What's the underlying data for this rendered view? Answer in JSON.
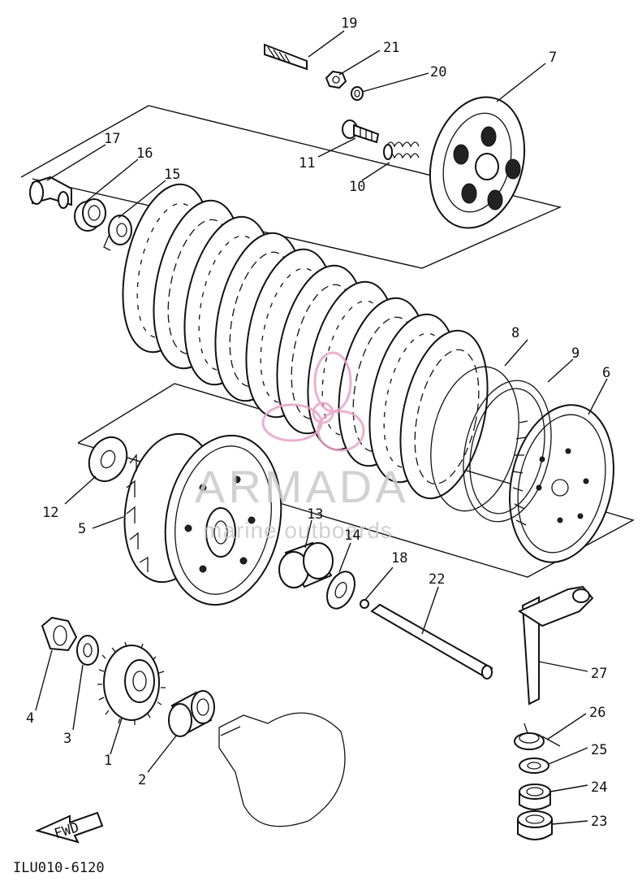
{
  "diagram": {
    "code": "ILU010-6120",
    "fwd_label": "FWD",
    "watermark": {
      "brand": "ARMADA",
      "tagline": "marine outboards",
      "logo_color": "#e8a3c6",
      "text_color": "#c9c9c9"
    },
    "callouts": [
      {
        "id": "c1",
        "text": "1"
      },
      {
        "id": "c2",
        "text": "2"
      },
      {
        "id": "c3",
        "text": "3"
      },
      {
        "id": "c4",
        "text": "4"
      },
      {
        "id": "c5",
        "text": "5"
      },
      {
        "id": "c6",
        "text": "6"
      },
      {
        "id": "c7",
        "text": "7"
      },
      {
        "id": "c8",
        "text": "8"
      },
      {
        "id": "c9",
        "text": "9"
      },
      {
        "id": "c10",
        "text": "10"
      },
      {
        "id": "c11",
        "text": "11"
      },
      {
        "id": "c12",
        "text": "12"
      },
      {
        "id": "c13",
        "text": "13"
      },
      {
        "id": "c14",
        "text": "14"
      },
      {
        "id": "c15",
        "text": "15"
      },
      {
        "id": "c16",
        "text": "16"
      },
      {
        "id": "c17",
        "text": "17"
      },
      {
        "id": "c18",
        "text": "18"
      },
      {
        "id": "c19",
        "text": "19"
      },
      {
        "id": "c20",
        "text": "20"
      },
      {
        "id": "c21",
        "text": "21"
      },
      {
        "id": "c22",
        "text": "22"
      },
      {
        "id": "c23",
        "text": "23"
      },
      {
        "id": "c24",
        "text": "24"
      },
      {
        "id": "c25",
        "text": "25"
      },
      {
        "id": "c26",
        "text": "26"
      },
      {
        "id": "c27",
        "text": "27"
      }
    ]
  }
}
